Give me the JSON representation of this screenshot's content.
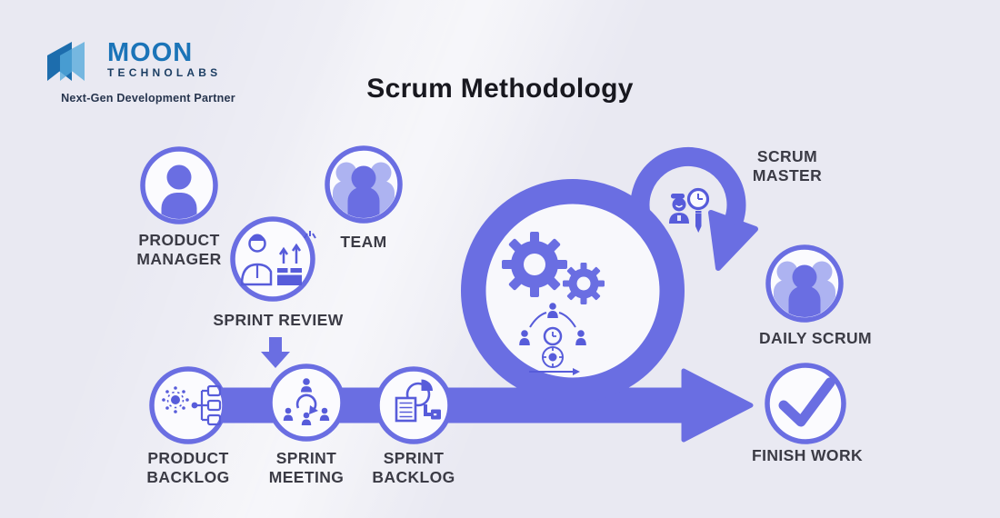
{
  "title": "Scrum Methodology",
  "logo": {
    "brand": "MOON",
    "sub_brand": "TECHNOLABS",
    "tagline": "Next-Gen Development Partner"
  },
  "labels": {
    "product_manager": [
      "PRODUCT",
      "MANAGER"
    ],
    "team": [
      "TEAM"
    ],
    "sprint_review": [
      "SPRINT REVIEW"
    ],
    "product_backlog": [
      "PRODUCT",
      "BACKLOG"
    ],
    "sprint_meeting": [
      "SPRINT",
      "MEETING"
    ],
    "sprint_backlog": [
      "SPRINT",
      "BACKLOG"
    ],
    "scrum_master": [
      "SCRUM",
      "MASTER"
    ],
    "daily_scrum": [
      "DAILY SCRUM"
    ],
    "finish_work": [
      "FINISH WORK"
    ]
  },
  "icons": {
    "product_manager": "person-icon",
    "team": "people-group-icon",
    "sprint_review": "presenter-with-package-icon",
    "product_backlog": "gear-hierarchy-icon",
    "sprint_meeting": "meeting-cycle-icon",
    "sprint_backlog": "pie-report-icon",
    "scrum_master": "person-clock-pencil-icon",
    "daily_scrum": "people-group-icon",
    "finish_work": "checkmark-icon",
    "center": "sprint-loop-gears-icon"
  },
  "colors": {
    "background": "#e9e9f2",
    "primary_purple": "#6a6ee2",
    "light_purple": "#adb3f1",
    "icon_purple": "#575cda",
    "node_fill": "#fbfbfe",
    "label_text": "#3b3b45",
    "title_text": "#18181f",
    "logo_blue": "#1b74b8",
    "logo_navy": "#1c3e63",
    "logo_icon_dark": "#1d6dad",
    "logo_icon_light": "#55a9db"
  }
}
